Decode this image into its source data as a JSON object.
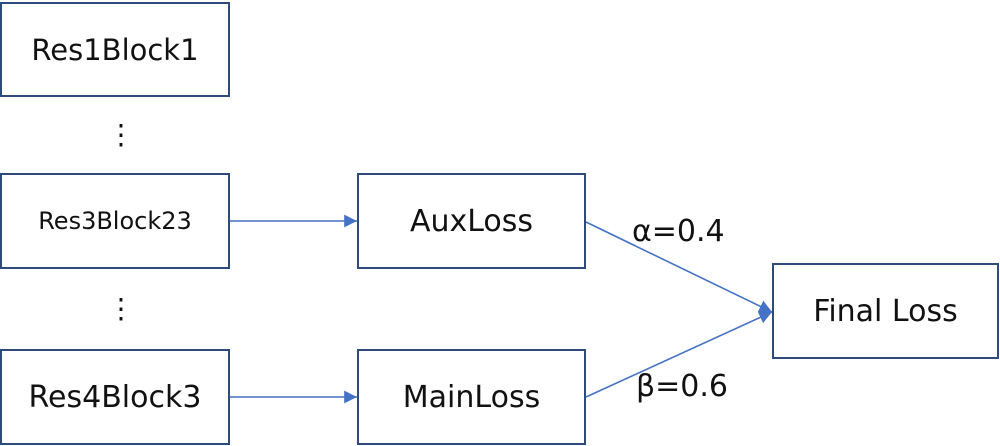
{
  "nodes": {
    "res1block1": "Res1Block1",
    "res3block23": "Res3Block23",
    "res4block3": "Res4Block3",
    "aux_loss": "AuxLoss",
    "main_loss": "MainLoss",
    "final_loss": "Final Loss"
  },
  "ellipsis": {
    "top": "⋮",
    "bottom": "⋮"
  },
  "weights": {
    "alpha": "α=0.4",
    "beta": "β=0.6"
  },
  "colors": {
    "box_border": "#2F4B7C",
    "arrow": "#4472C4",
    "text": "#111111"
  }
}
